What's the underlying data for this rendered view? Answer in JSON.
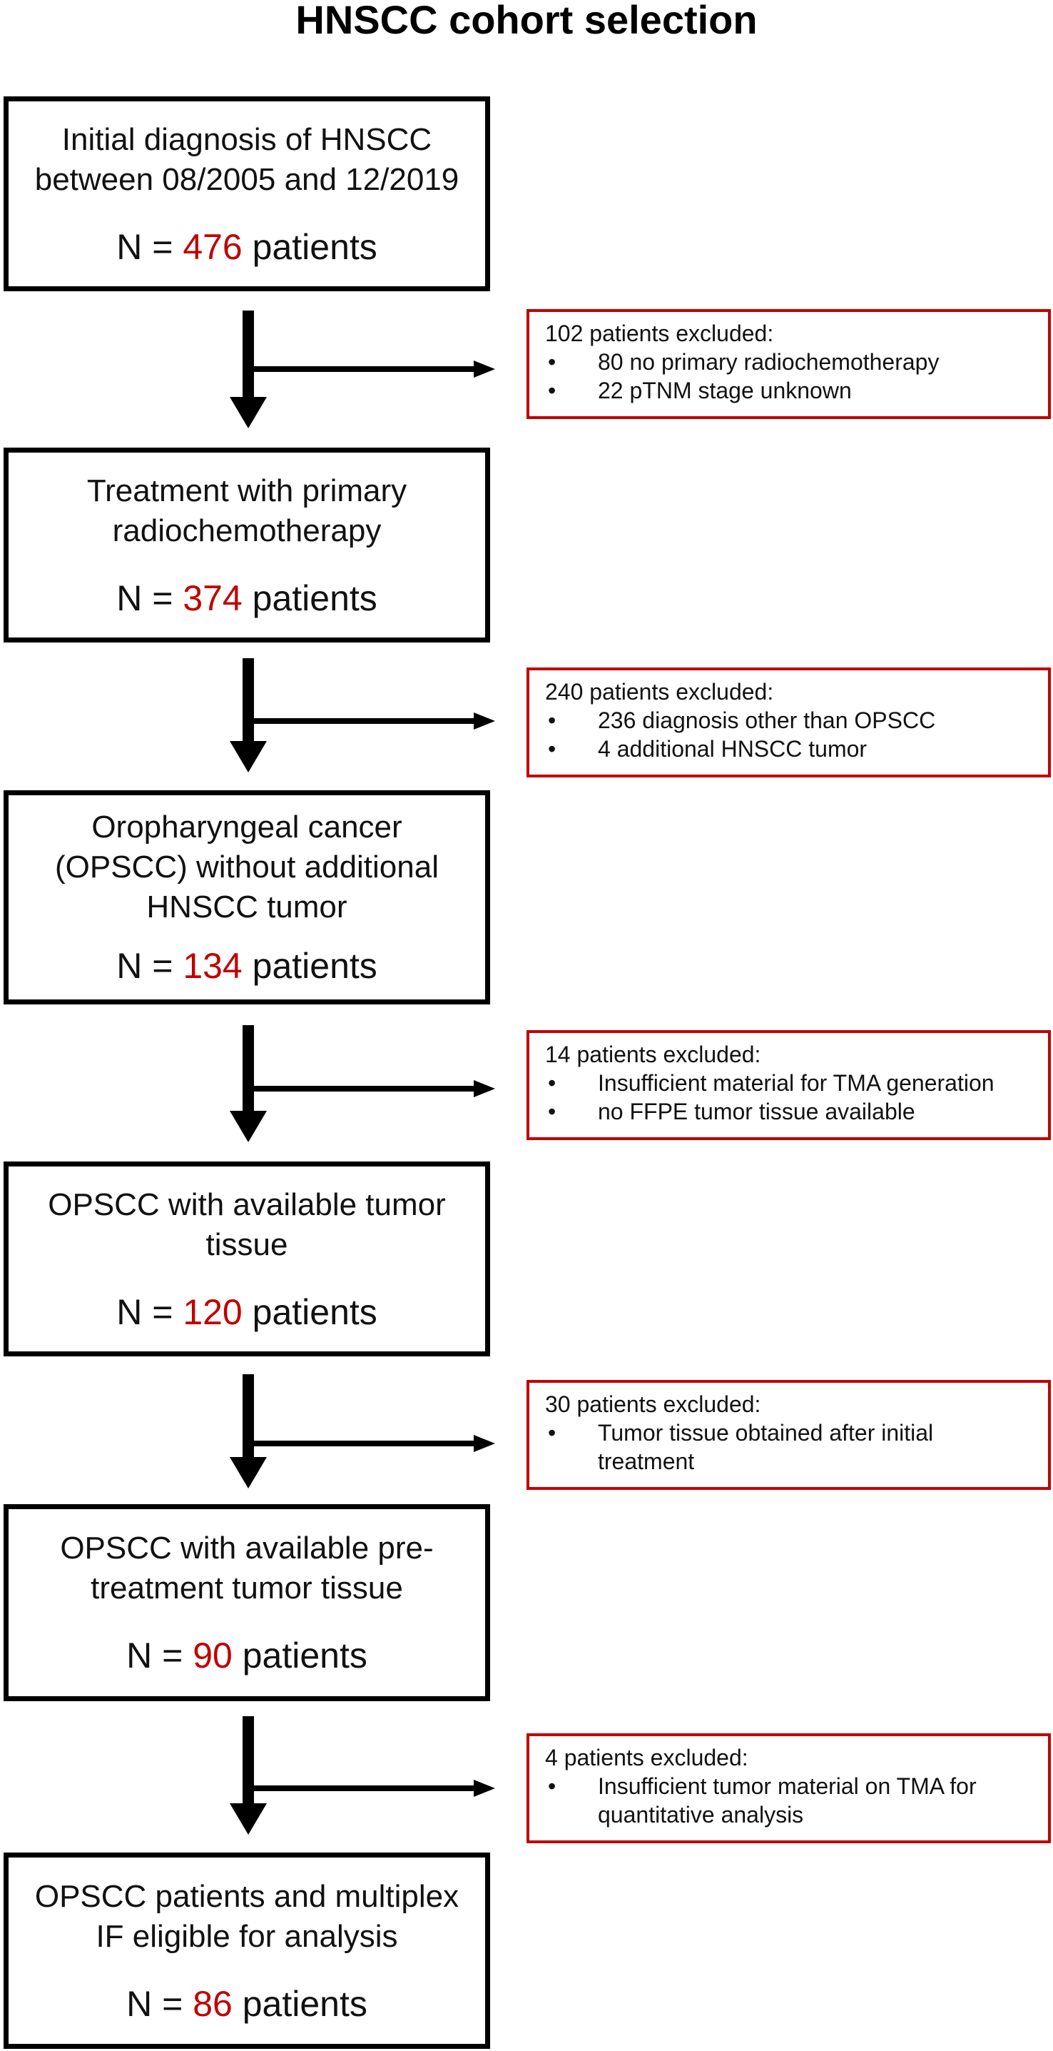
{
  "title": "HNSCC cohort selection",
  "colors": {
    "count_highlight": "#c00000",
    "exclusion_border": "#c00000",
    "flow_border": "#000000"
  },
  "steps": [
    {
      "label_lines": [
        "Initial diagnosis of HNSCC",
        "between 08/2005 and 12/2019"
      ],
      "count_prefix": "N = ",
      "count": "476",
      "count_suffix": " patients"
    },
    {
      "label_lines": [
        "Treatment with primary",
        "radiochemotherapy"
      ],
      "count_prefix": "N = ",
      "count": "374",
      "count_suffix": " patients"
    },
    {
      "label_lines": [
        "Oropharyngeal cancer",
        "(OPSCC) without additional",
        "HNSCC tumor"
      ],
      "count_prefix": "N = ",
      "count": "134",
      "count_suffix": " patients"
    },
    {
      "label_lines": [
        "OPSCC with available tumor",
        "tissue"
      ],
      "count_prefix": "N = ",
      "count": "120",
      "count_suffix": " patients"
    },
    {
      "label_lines": [
        "OPSCC with available pre-",
        "treatment tumor tissue"
      ],
      "count_prefix": "N = ",
      "count": "90",
      "count_suffix": " patients"
    },
    {
      "label_lines": [
        "OPSCC patients and multiplex",
        "IF eligible for analysis"
      ],
      "count_prefix": "N = ",
      "count": "86",
      "count_suffix": " patients"
    }
  ],
  "exclusions": [
    {
      "header": "102 patients excluded:",
      "items": [
        [
          "80 no primary radiochemotherapy"
        ],
        [
          "22 pTNM stage unknown"
        ]
      ]
    },
    {
      "header": "240 patients excluded:",
      "items": [
        [
          "236 diagnosis other than OPSCC"
        ],
        [
          "4 additional HNSCC tumor"
        ]
      ]
    },
    {
      "header": "14 patients excluded:",
      "items": [
        [
          "Insufficient material for TMA generation"
        ],
        [
          "no FFPE tumor tissue available"
        ]
      ]
    },
    {
      "header": "30 patients excluded:",
      "items": [
        [
          "Tumor tissue obtained after initial",
          "treatment"
        ]
      ]
    },
    {
      "header": "4 patients excluded:",
      "items": [
        [
          "Insufficient tumor material on TMA for",
          "quantitative analysis"
        ]
      ]
    }
  ],
  "bullet_glyph": "•"
}
